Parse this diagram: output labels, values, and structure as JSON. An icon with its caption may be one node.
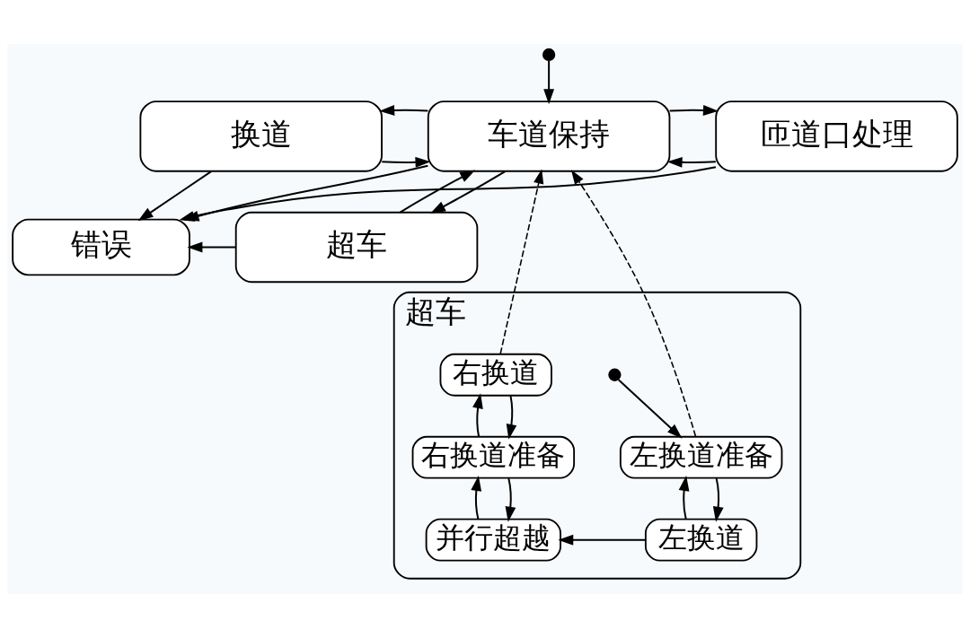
{
  "diagram": {
    "nodes": [
      {
        "text": [],
        "shape": "circle"
      },
      {
        "text": [
          "换道"
        ]
      },
      {
        "text": [
          "车道保持"
        ]
      },
      {
        "text": [
          "匝道口处理"
        ]
      },
      {
        "text": [
          "错误"
        ]
      },
      {
        "text": [
          "超车"
        ]
      },
      {
        "text": [
          "超车"
        ]
      },
      {
        "text": [],
        "shape": "circle",
        "in": 6
      },
      {
        "text": [
          "右换道"
        ],
        "in": 6
      },
      {
        "text": [
          "左换道准备"
        ],
        "in": 6
      },
      {
        "text": [
          "右换道准备"
        ],
        "in": 6
      },
      {
        "text": [
          "左换道"
        ],
        "in": 6
      },
      {
        "text": [
          "并行超越"
        ],
        "in": 6
      }
    ],
    "edges": [
      {
        "from": 0,
        "to": 2,
        "arrow": "to"
      },
      {
        "from": 2,
        "to": 1,
        "arrow": "to"
      },
      {
        "from": 1,
        "to": 2,
        "arrow": "to"
      },
      {
        "from": 2,
        "to": 3,
        "arrow": "to"
      },
      {
        "from": 3,
        "to": 2,
        "arrow": "to"
      },
      {
        "from": 1,
        "to": 4,
        "arrow": "to"
      },
      {
        "from": 2,
        "to": 4,
        "arrow": "to"
      },
      {
        "from": 2,
        "to": 5,
        "arrow": "to"
      },
      {
        "from": 5,
        "to": 2,
        "arrow": "to"
      },
      {
        "from": 5,
        "to": 4,
        "arrow": "to"
      },
      {
        "from": 3,
        "to": 4,
        "arrow": "to"
      },
      {
        "from": 9,
        "to": 2,
        "arrow": "to",
        "style": "dashed"
      },
      {
        "from": 8,
        "to": 2,
        "arrow": "to",
        "style": "dashed"
      },
      {
        "from": 7,
        "to": 9,
        "arrow": "to"
      },
      {
        "from": 9,
        "to": 11,
        "arrow": "to"
      },
      {
        "from": 11,
        "to": 9,
        "arrow": "to"
      },
      {
        "from": 11,
        "to": 12,
        "arrow": "to"
      },
      {
        "from": 12,
        "to": 10,
        "arrow": "to"
      },
      {
        "from": 10,
        "to": 12,
        "arrow": "to"
      },
      {
        "from": 10,
        "to": 8,
        "arrow": "to"
      },
      {
        "from": 8,
        "to": 10,
        "arrow": "to"
      }
    ]
  }
}
